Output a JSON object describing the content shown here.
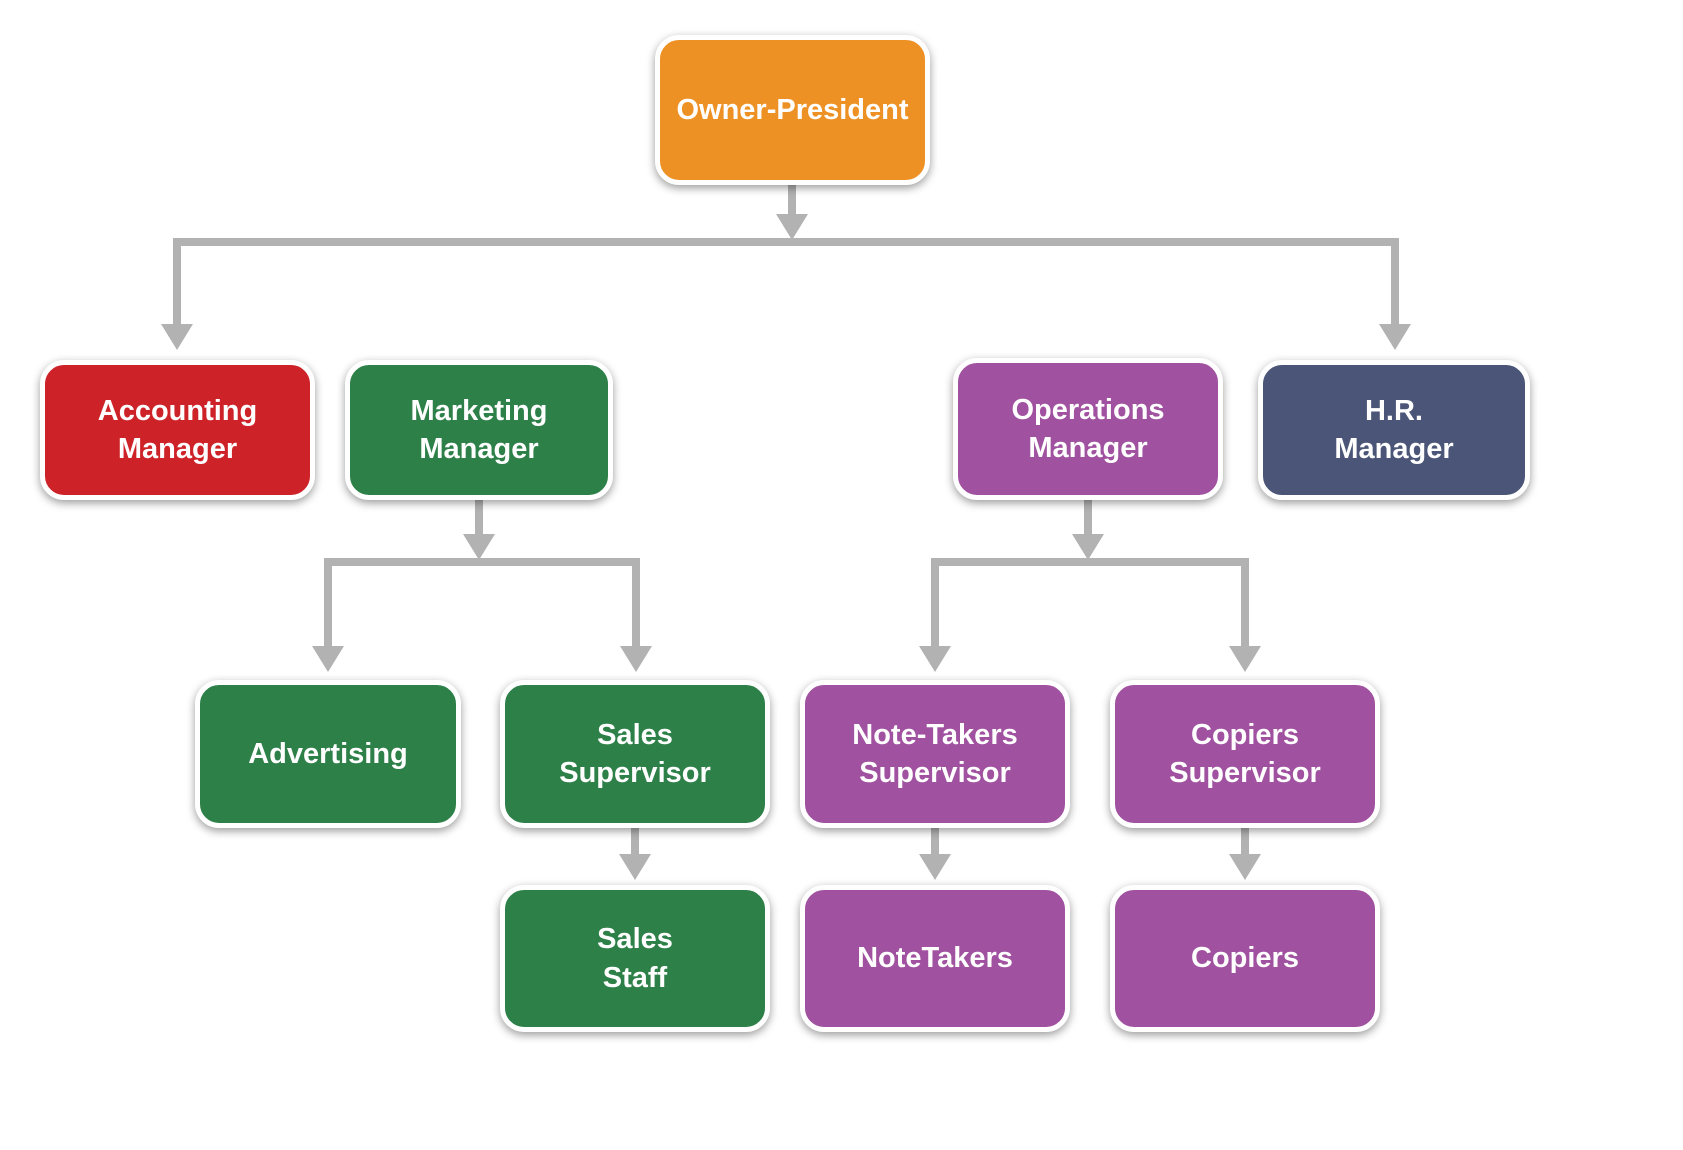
{
  "diagram": {
    "type": "org-chart",
    "background_color": "#ffffff",
    "connector_color": "#b2b2b2",
    "nodes": {
      "owner_president": {
        "label": "Owner-President",
        "color": "#ee9125"
      },
      "accounting_manager": {
        "label": "Accounting\nManager",
        "color": "#ce2229"
      },
      "marketing_manager": {
        "label": "Marketing\nManager",
        "color": "#2e8049"
      },
      "operations_manager": {
        "label": "Operations\nManager",
        "color": "#a0519f"
      },
      "hr_manager": {
        "label": "H.R.\nManager",
        "color": "#4a5577"
      },
      "advertising": {
        "label": "Advertising",
        "color": "#2e8049"
      },
      "sales_supervisor": {
        "label": "Sales\nSupervisor",
        "color": "#2e8049"
      },
      "note_takers_supervisor": {
        "label": "Note-Takers\nSupervisor",
        "color": "#a0519f"
      },
      "copiers_supervisor": {
        "label": "Copiers\nSupervisor",
        "color": "#a0519f"
      },
      "sales_staff": {
        "label": "Sales\nStaff",
        "color": "#2e8049"
      },
      "notetakers": {
        "label": "NoteTakers",
        "color": "#a0519f"
      },
      "copiers": {
        "label": "Copiers",
        "color": "#a0519f"
      }
    },
    "edges": [
      {
        "from": "owner_president",
        "to": "accounting_manager"
      },
      {
        "from": "owner_president",
        "to": "hr_manager"
      },
      {
        "from": "marketing_manager",
        "to": "advertising"
      },
      {
        "from": "marketing_manager",
        "to": "sales_supervisor"
      },
      {
        "from": "operations_manager",
        "to": "note_takers_supervisor"
      },
      {
        "from": "operations_manager",
        "to": "copiers_supervisor"
      },
      {
        "from": "sales_supervisor",
        "to": "sales_staff"
      },
      {
        "from": "note_takers_supervisor",
        "to": "notetakers"
      },
      {
        "from": "copiers_supervisor",
        "to": "copiers"
      }
    ]
  }
}
